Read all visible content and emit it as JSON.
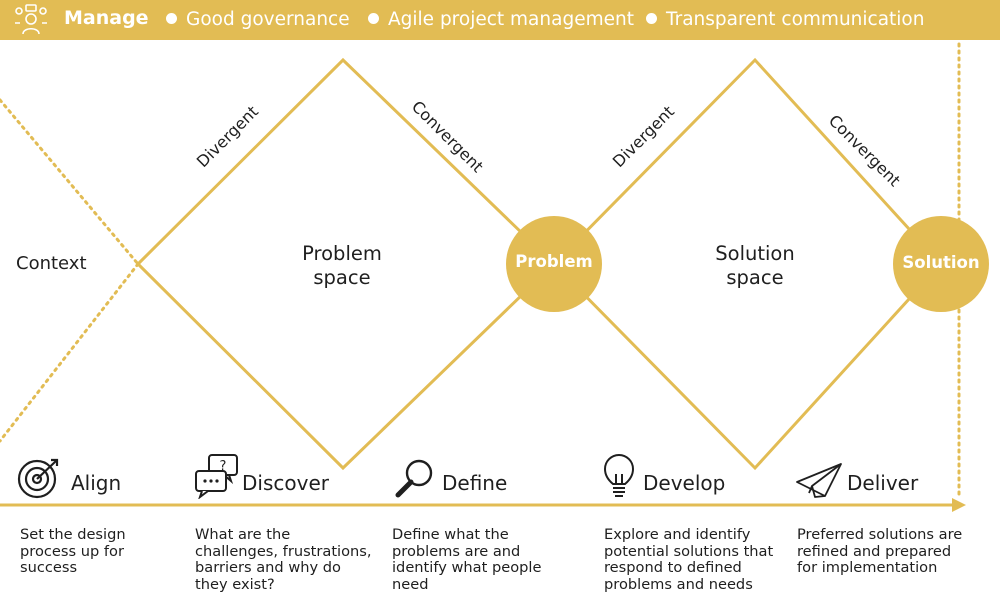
{
  "header": {
    "title": "Manage",
    "items": [
      "Good governance",
      "Agile project management",
      "Transparent communication"
    ]
  },
  "diagram": {
    "context_label": "Context",
    "problem_space": [
      "Problem",
      "space"
    ],
    "solution_space": [
      "Solution",
      "space"
    ],
    "problem_divergent": "Divergent",
    "problem_convergent": "Convergent",
    "solution_divergent": "Divergent",
    "solution_convergent": "Convergent",
    "problem_circle": "Problem",
    "solution_circle": "Solution"
  },
  "phases": [
    {
      "name": "Align",
      "icon": "target-icon",
      "desc": [
        "Set the design",
        "process up for",
        "success"
      ]
    },
    {
      "name": "Discover",
      "icon": "speech-bubbles-icon",
      "desc": [
        "What are the",
        "challenges, frustrations,",
        "barriers and why do",
        "they exist?"
      ]
    },
    {
      "name": "Define",
      "icon": "magnifier-icon",
      "desc": [
        "Define what the",
        "problems are and",
        "identify what people",
        "need"
      ]
    },
    {
      "name": "Develop",
      "icon": "lightbulb-icon",
      "desc": [
        "Explore and identify",
        "potential solutions that",
        "respond to defined",
        "problems and needs"
      ]
    },
    {
      "name": "Deliver",
      "icon": "paper-plane-icon",
      "desc": [
        "Preferred solutions are",
        "refined and prepared",
        "for implementation"
      ]
    }
  ],
  "colors": {
    "accent": "#e2bc54",
    "text": "#1f1f1f",
    "background": "#ffffff"
  }
}
